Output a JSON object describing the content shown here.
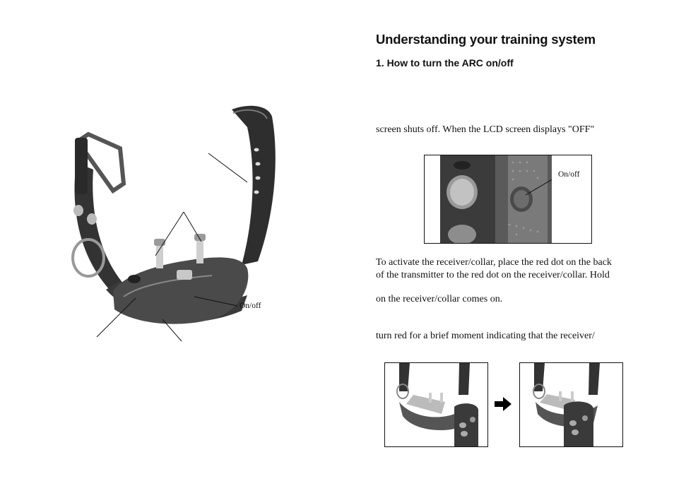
{
  "heading": "Understanding your training system",
  "subheading": "1. How to turn the ARC on/off",
  "paragraph1": "screen shuts off. When the LCD screen displays \"OFF\"",
  "paragraph2_line1": "To activate the receiver/collar, place the red dot on the back",
  "paragraph2_line2": "of the transmitter to the red dot on the receiver/collar. Hold",
  "paragraph3": "on the receiver/collar comes on.",
  "paragraph4": "turn red for a brief moment indicating that the receiver/",
  "collar_callout": "On/off",
  "transmitter_callout": "On/off"
}
